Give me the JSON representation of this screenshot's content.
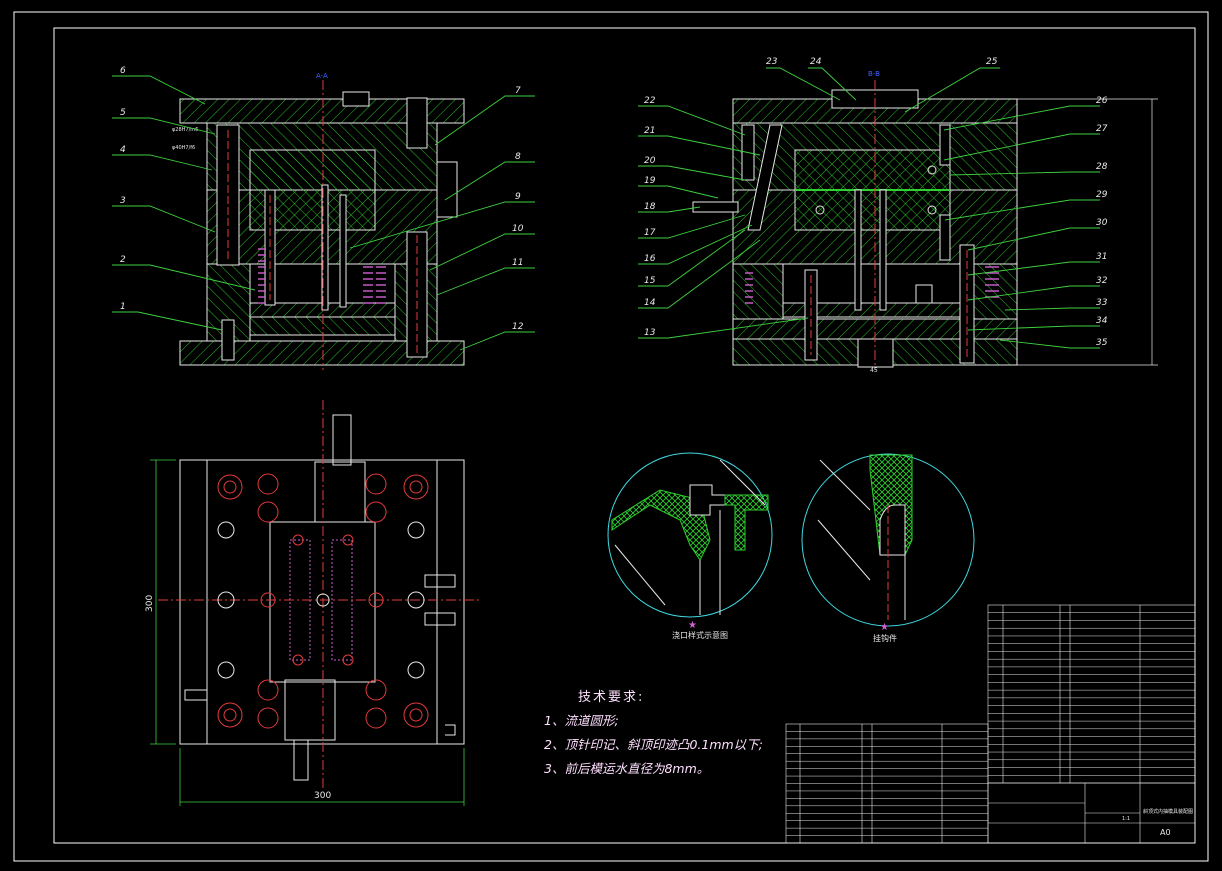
{
  "drawing": {
    "section_mark_a": "A-A",
    "section_mark_b": "B-B",
    "left_callouts": [
      "1",
      "2",
      "3",
      "4",
      "5",
      "6",
      "7",
      "8",
      "9",
      "10",
      "11",
      "12"
    ],
    "right_callouts_left": [
      "22",
      "21",
      "20",
      "19",
      "18",
      "17",
      "16",
      "15",
      "14",
      "13"
    ],
    "right_callouts_top": [
      "23",
      "24",
      "25"
    ],
    "right_callouts_right": [
      "26",
      "27",
      "28",
      "29",
      "30",
      "31",
      "32",
      "33",
      "34",
      "35"
    ],
    "fit_labels": [
      "φ28H7/m6",
      "φ40H7/f6"
    ],
    "dim_width": "300",
    "dim_height": "300",
    "dim_small": "45",
    "detail_label_1": "浇口样式示意图",
    "detail_label_2": "挂钩件"
  },
  "tech_requirements": {
    "title": "技术要求:",
    "items": [
      "1、流道圆形;",
      "2、顶针印记、斜顶印迹凸0.1mm以下;",
      "3、前后模运水直径为8mm。"
    ]
  },
  "title_block": {
    "drawing_title": "斜顶式内抽模具装配图",
    "sheet_size": "A0",
    "scale": "1:1"
  },
  "colors": {
    "background": "#000000",
    "outline": "#e8e8e8",
    "hatch": "#2fd02f",
    "leader": "#3ecf3e",
    "center_line": "#e23b3b",
    "frame": "#ffffff",
    "text": "#ffe0ff",
    "cyan": "#40d8e0",
    "magenta": "#d060d0"
  }
}
